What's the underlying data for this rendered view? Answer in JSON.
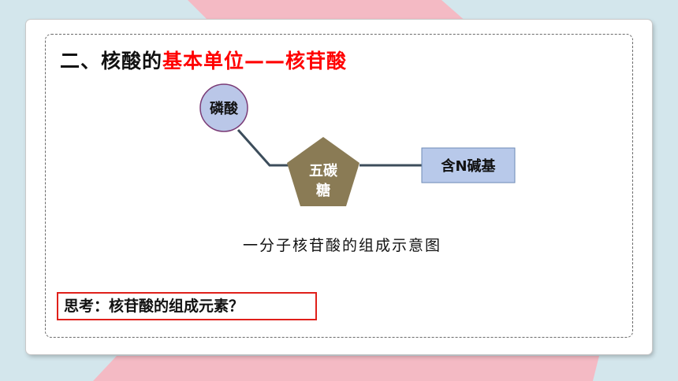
{
  "heading": {
    "prefix": "二、核酸的",
    "highlight": "基本单位——核苷酸"
  },
  "diagram": {
    "phosphate_label": "磷酸",
    "sugar_label_line1": "五碳",
    "sugar_label_line2": "糖",
    "base_label": "含N碱基",
    "caption": "一分子核苷酸的组成示意图"
  },
  "question": "思考：核苷酸的组成元素？",
  "colors": {
    "background": "#d3e6ec",
    "pink_accent": "#f4bac4",
    "phosphate_fill": "#bac7e8",
    "phosphate_border": "#7a3b76",
    "sugar_fill": "#8a7b55",
    "base_fill": "#b8c9ea",
    "connector": "#3c4d5b",
    "highlight_red": "#ff0000"
  }
}
